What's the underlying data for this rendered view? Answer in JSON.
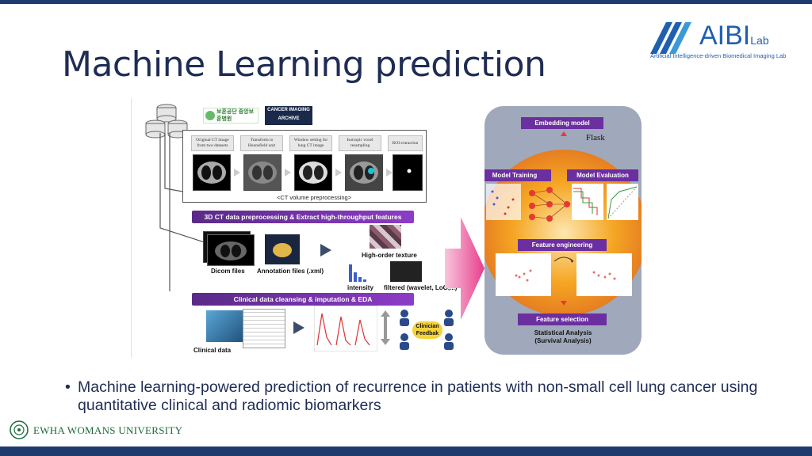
{
  "slide": {
    "title": "Machine Learning prediction",
    "bullet": "Machine learning-powered prediction of recurrence in patients with non-small cell lung cancer using quantitative clinical and radiomic biomarkers"
  },
  "logo": {
    "name": "AIBI",
    "suffix": "Lab",
    "subtitle": "Artificial Intelligence-driven Biomedical Imaging Lab"
  },
  "footer": {
    "university": "EWHA WOMANS UNIVERSITY"
  },
  "figure": {
    "sources": {
      "hospital": "보훈공단 중앙보훈병원",
      "archive": "CANCER IMAGING ARCHIVE"
    },
    "steps": [
      "Original CT image from two datasets",
      "Transform to Hounsfield unit",
      "Window setting for lung CT image",
      "Isotropic voxel resampling",
      "ROI extraction"
    ],
    "ct_caption": "<CT volume preprocessing>",
    "banner_1": "3D CT data preprocessing & Extract high-throughput features",
    "dicom": "Dicom files",
    "annotation": "Annotation files (.xml)",
    "high_order": "High-order texture",
    "intensity": "intensity",
    "filtered": "filtered (wavelet, LoG,...)",
    "banner_2": "Clinical data cleansing & imputation & EDA",
    "clinical": "Clinical data",
    "feedback": "Clinician Feedbak",
    "right": {
      "embedding": "Embedding model",
      "flask": "Flask",
      "training": "Model Training",
      "evaluation": "Model Evaluation",
      "engineering": "Feature engineering",
      "selection": "Feature selection",
      "stat1": "Statistical Analysis",
      "stat2": "(Survival Analysis)"
    }
  },
  "colors": {
    "navy": "#1f3b6e",
    "title": "#1f2d55",
    "purple": "#6b2fa0",
    "orange": "#f5a623",
    "magenta": "#e83e8c",
    "ewha_green": "#1b6b3a",
    "logo_blue": "#1f5fae"
  }
}
